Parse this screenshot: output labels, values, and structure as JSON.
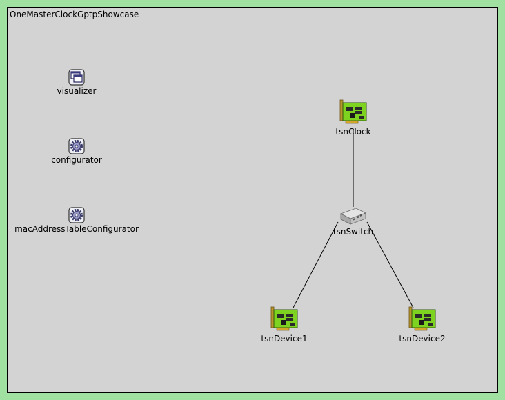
{
  "network": {
    "title": "OneMasterClockGptpShowcase"
  },
  "nodes": {
    "visualizer": {
      "label": "visualizer",
      "icon": "visualizer-icon"
    },
    "configurator": {
      "label": "configurator",
      "icon": "gear-icon"
    },
    "macAddressTableConfigurator": {
      "label": "macAddressTableConfigurator",
      "icon": "gear-icon"
    },
    "tsnClock": {
      "label": "tsnClock",
      "icon": "network-card-icon"
    },
    "tsnSwitch": {
      "label": "tsnSwitch",
      "icon": "switch-icon"
    },
    "tsnDevice1": {
      "label": "tsnDevice1",
      "icon": "network-card-icon"
    },
    "tsnDevice2": {
      "label": "tsnDevice2",
      "icon": "network-card-icon"
    }
  },
  "connections": [
    {
      "from": "tsnClock",
      "to": "tsnSwitch"
    },
    {
      "from": "tsnSwitch",
      "to": "tsnDevice1"
    },
    {
      "from": "tsnSwitch",
      "to": "tsnDevice2"
    }
  ],
  "colors": {
    "background": "#a0e0a0",
    "canvas": "#d3d3d3",
    "card": "#7ed321",
    "link": "#000000"
  }
}
